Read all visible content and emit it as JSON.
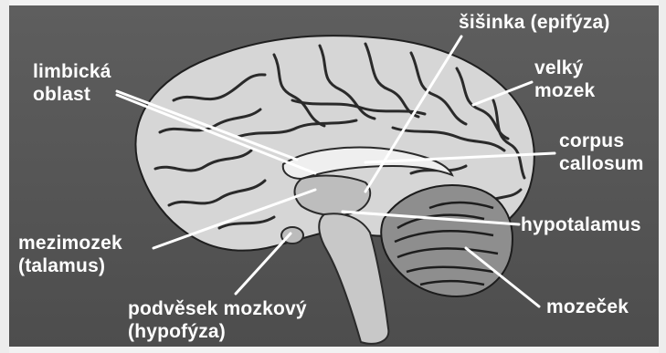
{
  "labels": {
    "limbicka": [
      "limbická",
      "oblast"
    ],
    "sisinka": [
      "šišinka (epifýza)"
    ],
    "velky_mozek": [
      "velký",
      "mozek"
    ],
    "corpus": [
      "corpus",
      "callosum"
    ],
    "hypotalamus": [
      "hypotalamus"
    ],
    "mezimozek": [
      "mezimozek",
      "(talamus)"
    ],
    "podvesek": [
      "podvěsek mozkový",
      "(hypofýza)"
    ],
    "mozecek": [
      "mozeček"
    ]
  },
  "colors": {
    "background": "#555555",
    "brain": "#d9d9d9",
    "brain_shadow": "#9a9a9a",
    "sulci": "#2a2a2a",
    "label_text": "#ffffff",
    "leader_line": "#ffffff"
  }
}
